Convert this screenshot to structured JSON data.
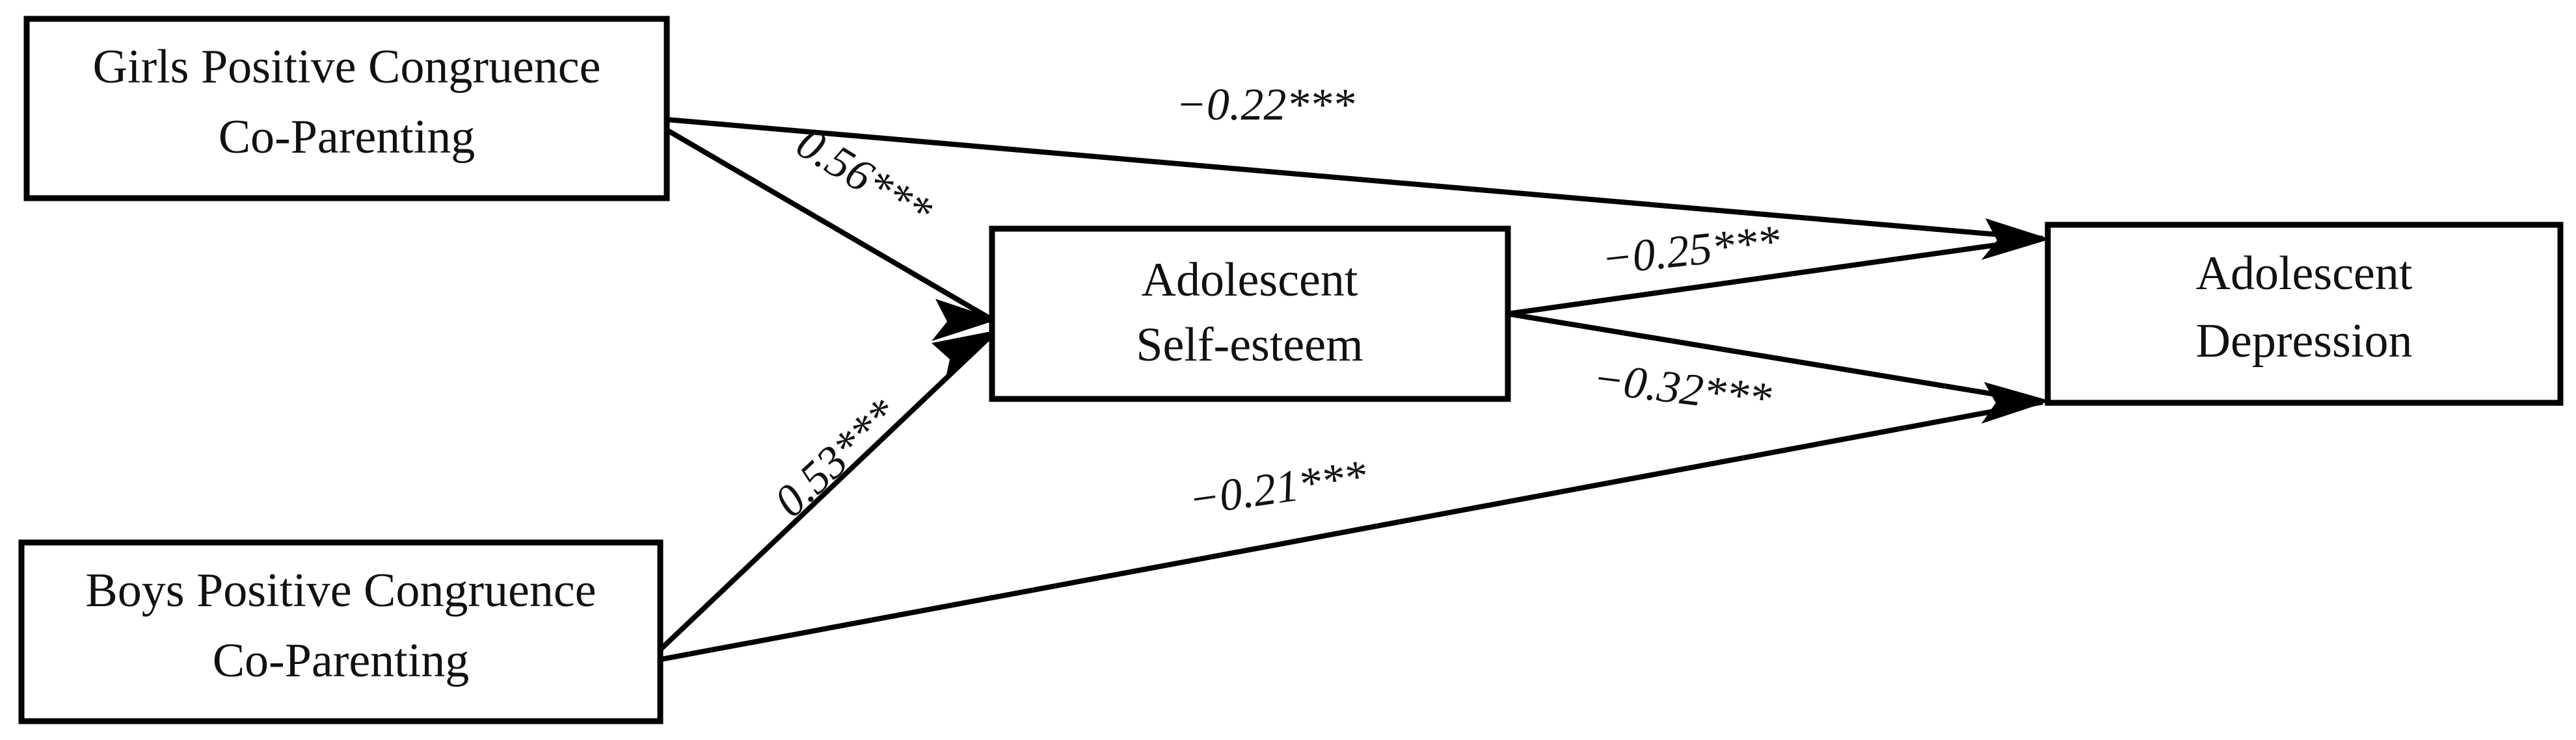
{
  "figure": {
    "type": "path-diagram",
    "background_color": "#ffffff",
    "line_color": "#000000",
    "text_color": "#111111"
  },
  "nodes": [
    {
      "id": "girls-positive-congruence-co-parenting",
      "line1": "Girls Positive Congruence",
      "line2": "Co-Parenting",
      "role": "predictor"
    },
    {
      "id": "boys-positive-congruence-co-parenting",
      "line1": "Boys Positive Congruence",
      "line2": "Co-Parenting",
      "role": "predictor"
    },
    {
      "id": "adolescent-self-esteem",
      "line1": "Adolescent",
      "line2": "Self-esteem",
      "role": "mediator"
    },
    {
      "id": "adolescent-depression",
      "line1": "Adolescent",
      "line2": "Depression",
      "role": "outcome"
    }
  ],
  "paths": [
    {
      "id": "girls-to-self-esteem",
      "from": "girls-positive-congruence-co-parenting",
      "to": "adolescent-self-esteem",
      "coefficient": "0.56***",
      "value": 0.56,
      "significance": "***"
    },
    {
      "id": "girls-to-depression",
      "from": "girls-positive-congruence-co-parenting",
      "to": "adolescent-depression",
      "coefficient": "−0.22***",
      "value": -0.22,
      "significance": "***"
    },
    {
      "id": "boys-to-self-esteem",
      "from": "boys-positive-congruence-co-parenting",
      "to": "adolescent-self-esteem",
      "coefficient": "0.53***",
      "value": 0.53,
      "significance": "***"
    },
    {
      "id": "boys-to-depression",
      "from": "boys-positive-congruence-co-parenting",
      "to": "adolescent-depression",
      "coefficient": "−0.21***",
      "value": -0.21,
      "significance": "***"
    },
    {
      "id": "self-esteem-to-depression-upper",
      "from": "adolescent-self-esteem",
      "to": "adolescent-depression",
      "coefficient": "−0.25***",
      "value": -0.25,
      "significance": "***"
    },
    {
      "id": "self-esteem-to-depression-lower",
      "from": "adolescent-self-esteem",
      "to": "adolescent-depression",
      "coefficient": "−0.32***",
      "value": -0.32,
      "significance": "***"
    }
  ],
  "chart_data": {
    "type": "diagram",
    "title": "",
    "nodes": [
      "Girls Positive Congruence Co-Parenting",
      "Boys Positive Congruence Co-Parenting",
      "Adolescent Self-esteem",
      "Adolescent Depression"
    ],
    "edges": [
      {
        "source": "Girls Positive Congruence Co-Parenting",
        "target": "Adolescent Self-esteem",
        "label": "0.56***",
        "value": 0.56
      },
      {
        "source": "Girls Positive Congruence Co-Parenting",
        "target": "Adolescent Depression",
        "label": "−0.22***",
        "value": -0.22
      },
      {
        "source": "Boys Positive Congruence Co-Parenting",
        "target": "Adolescent Self-esteem",
        "label": "0.53***",
        "value": 0.53
      },
      {
        "source": "Boys Positive Congruence Co-Parenting",
        "target": "Adolescent Depression",
        "label": "−0.21***",
        "value": -0.21
      },
      {
        "source": "Adolescent Self-esteem",
        "target": "Adolescent Depression",
        "label": "−0.25***",
        "value": -0.25
      },
      {
        "source": "Adolescent Self-esteem",
        "target": "Adolescent Depression",
        "label": "−0.32***",
        "value": -0.32
      }
    ]
  }
}
